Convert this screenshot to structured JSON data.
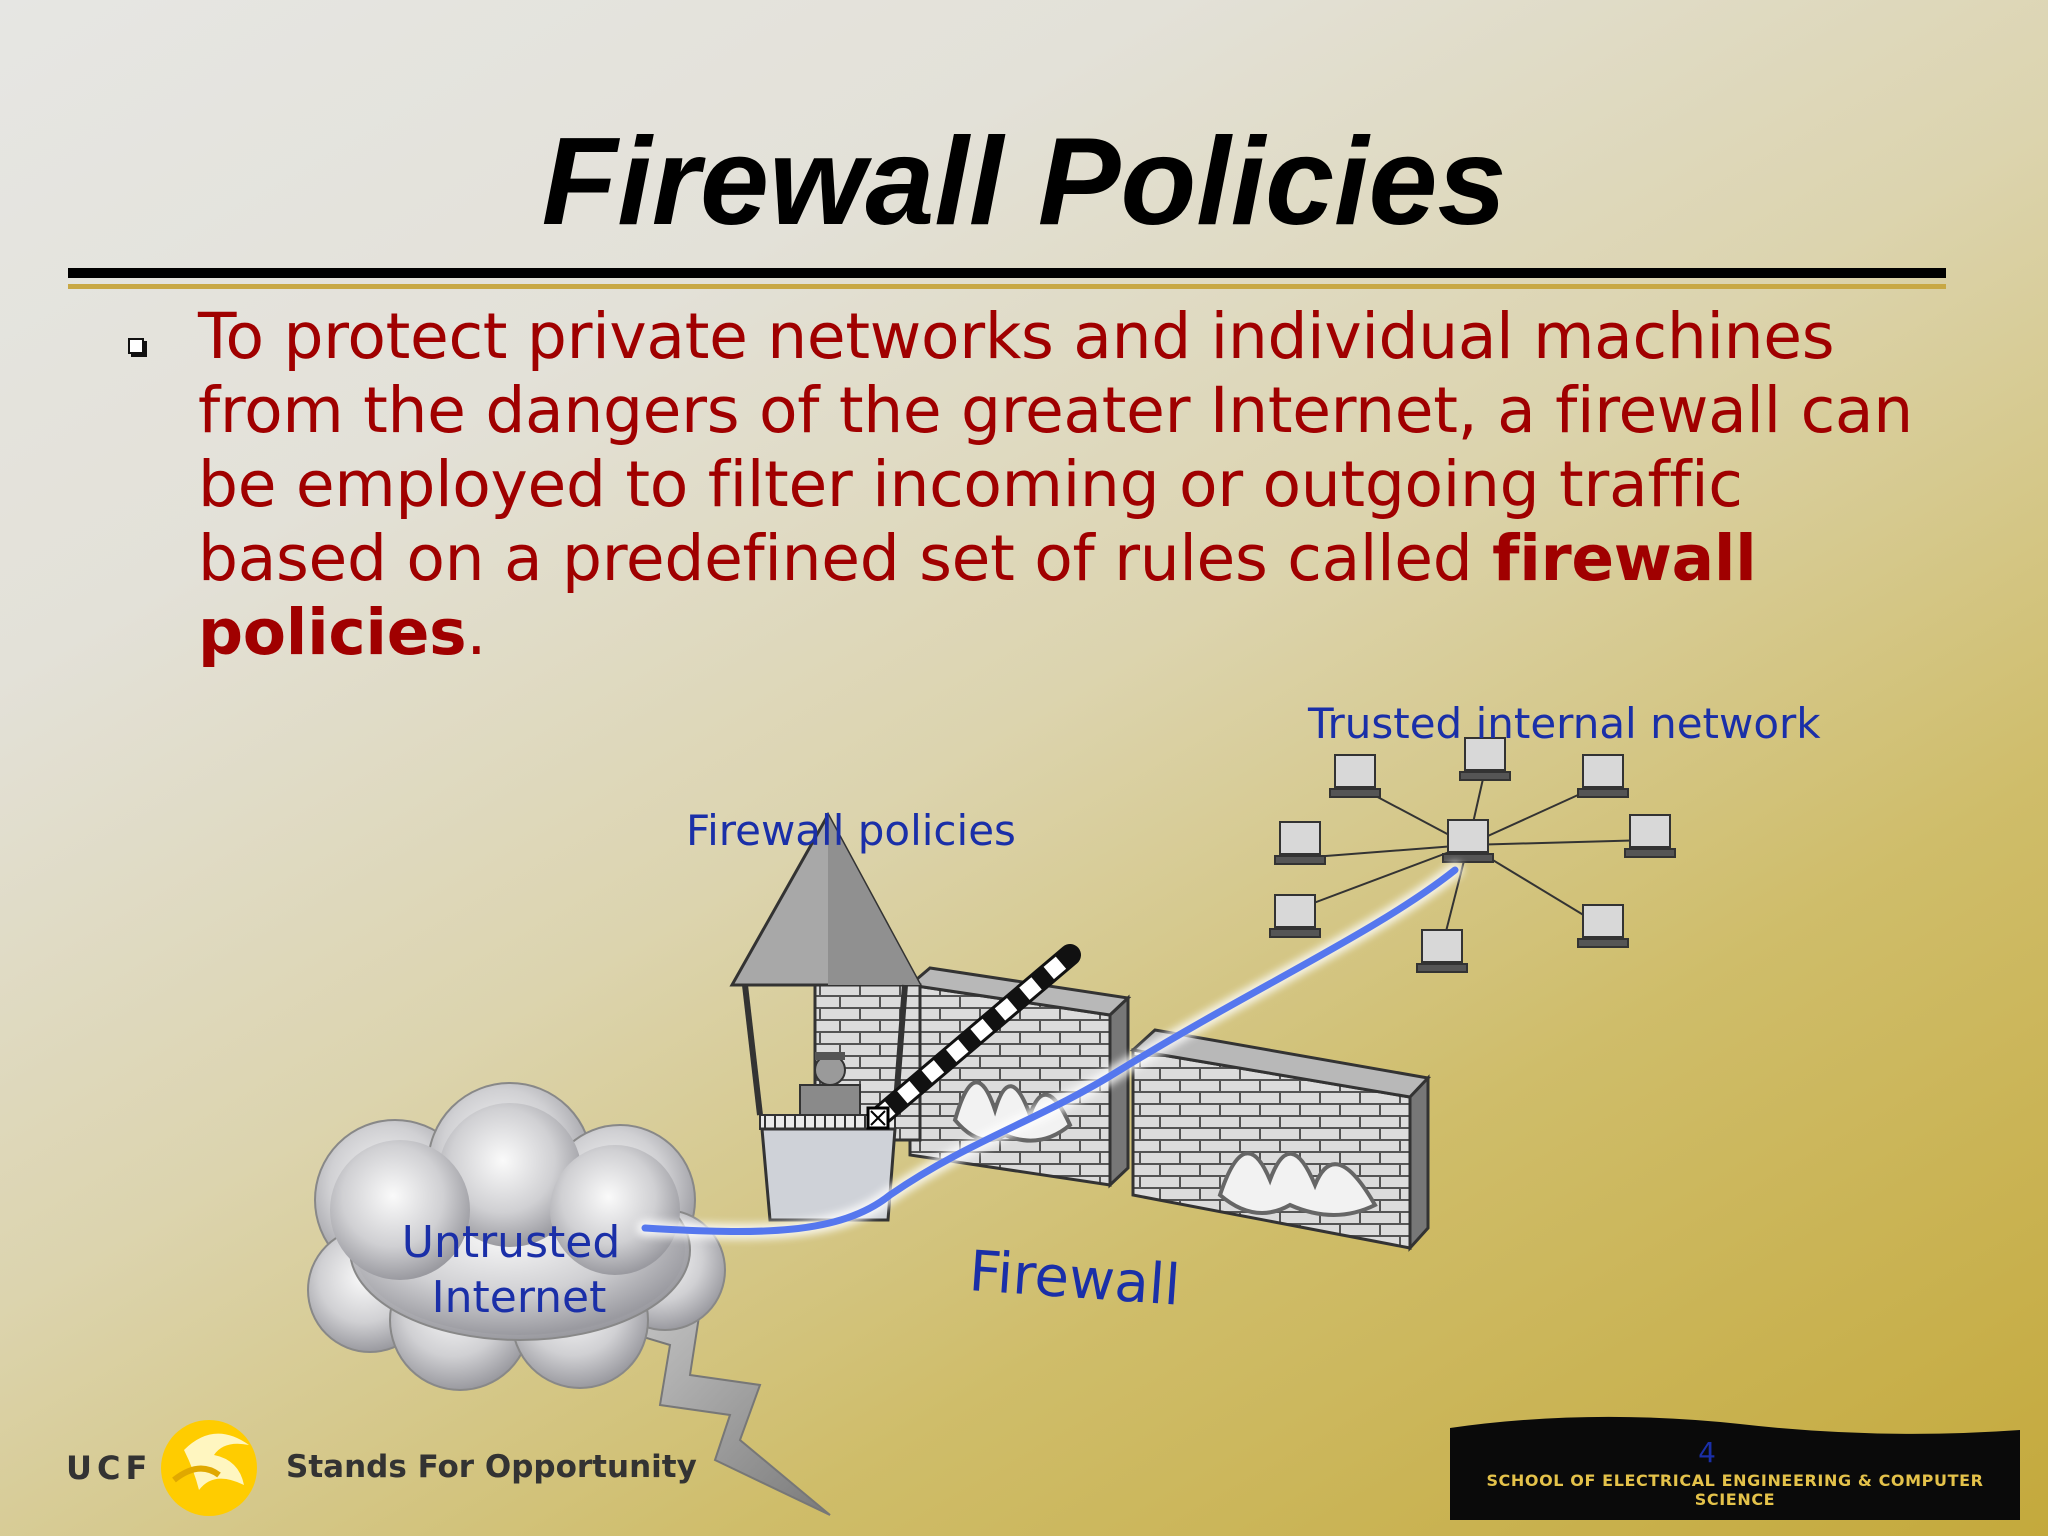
{
  "slide": {
    "title": "Firewall Policies",
    "bullet": {
      "text_before": "To protect private networks and individual machines from the dangers of the greater Internet, a firewall can be employed to filter incoming or outgoing traffic based on a predefined set of rules called ",
      "bold_text": "firewall policies",
      "text_after": "."
    },
    "page_number": "4"
  },
  "diagram": {
    "trusted_label": "Trusted internal network",
    "policies_label": "Firewall policies",
    "untrusted_line1": "Untrusted",
    "untrusted_line2": "Internet",
    "firewall_label": "Firewall"
  },
  "footer": {
    "ucf": "UCF",
    "tagline": "Stands For Opportunity",
    "school": "SCHOOL OF ELECTRICAL ENGINEERING & COMPUTER SCIENCE"
  },
  "colors": {
    "title": "#000000",
    "bullet_text": "#a00000",
    "diagram_labels": "#1a2fa8",
    "connection_line": "#5577ee",
    "school_bar": "#0a0a0a",
    "gold_accent": "#e4c24a"
  }
}
